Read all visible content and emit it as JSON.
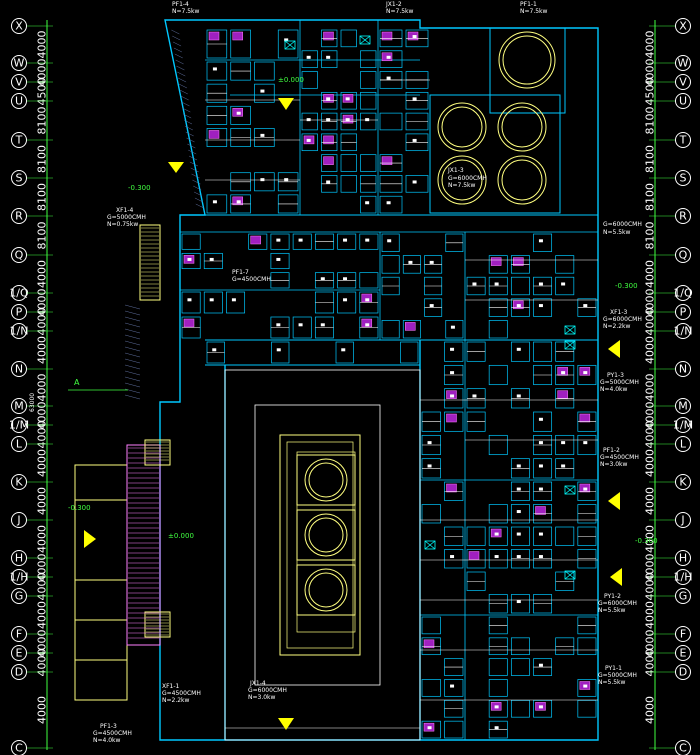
{
  "grid_rows": [
    "X",
    "W",
    "V",
    "U",
    "T",
    "S",
    "R",
    "Q",
    "1/Q",
    "P",
    "1/N",
    "N",
    "M",
    "1/M",
    "L",
    "K",
    "J",
    "H",
    "1/H",
    "G",
    "F",
    "E",
    "D",
    "C"
  ],
  "grid_row_spacing_labels": [
    "4000",
    "4000",
    "4500",
    "8100",
    "8100",
    "8100",
    "8100",
    "4000",
    "4000",
    "4000",
    "4000",
    "4000",
    "4000",
    "4000",
    "4000",
    "4000",
    "4000",
    "4000",
    "4000",
    "4000",
    "4000",
    "4000",
    "4000"
  ],
  "equipment_tags": {
    "pf1_4": "PF1-4",
    "jx1_2": "JX1-2",
    "pf1_1": "PF1-1",
    "jx1_3": "JX1-3",
    "xf1_4": "XF1-4",
    "xf1_3": "XF1-3",
    "py1_3": "PY1-3",
    "pf1_2": "PF1-2",
    "py1_2": "PY1-2",
    "py1_1": "PY1-1",
    "xf1_1": "XF1-1",
    "jx1_4": "JX1-4",
    "pf1_3": "PF1-3",
    "pf1_7": "PF1-7"
  },
  "equipment_specs": {
    "g6000": "G=6000CMH",
    "g5000": "G=5000CMH",
    "g4500": "G=4500CMH",
    "n75": "N=7.5kw",
    "n55": "N=5.5kw",
    "n40": "N=4.0kw",
    "n30": "N=3.0kw",
    "n22": "N=2.2kw",
    "n075": "N=0.75kw"
  },
  "levels": {
    "l1": "±0.000",
    "l2": "-0.300",
    "l3": "-0.300",
    "l4": "±0.000",
    "l5": "-0.300",
    "l6": "-0.300"
  },
  "section_marker": "A",
  "dim_label_left": "63000"
}
